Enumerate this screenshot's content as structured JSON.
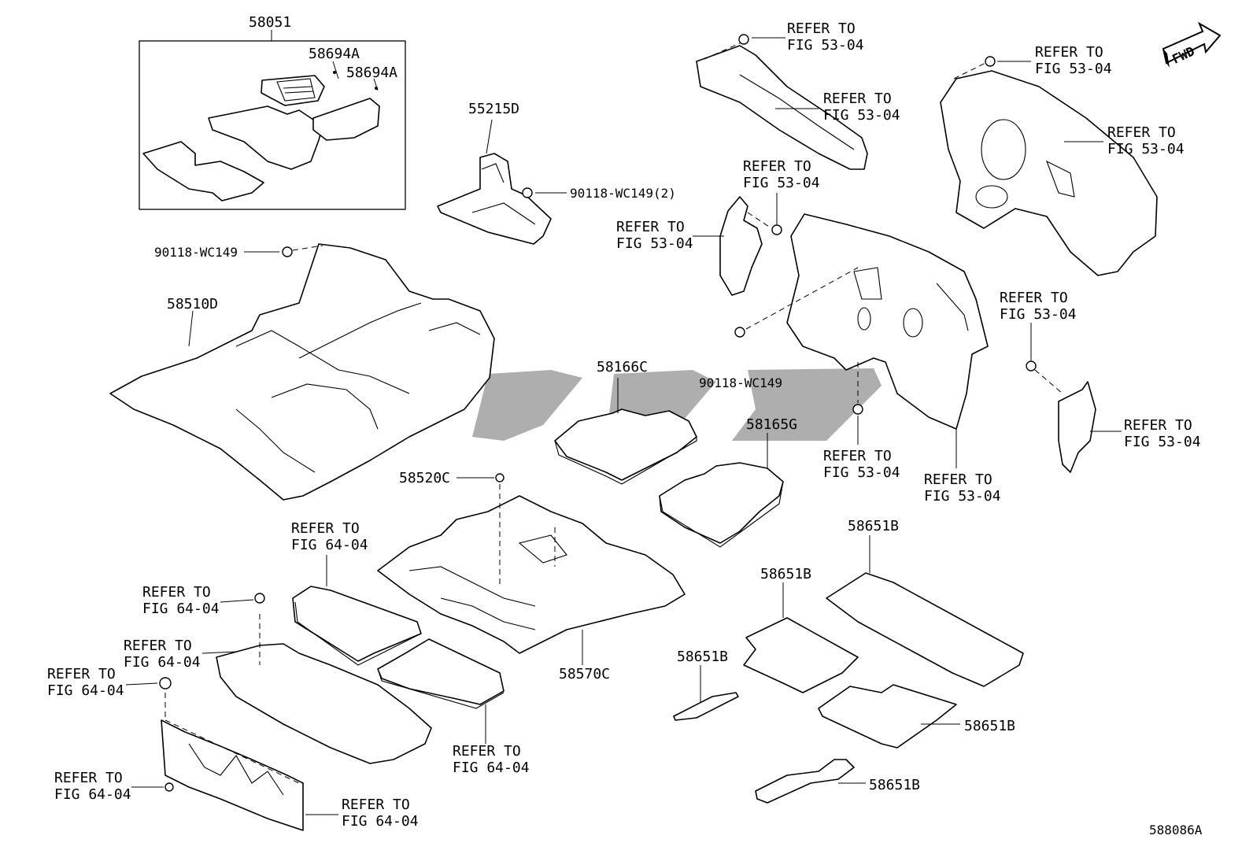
{
  "diagram_code": "588086A",
  "fwd_badge": "FWD",
  "parts": {
    "p58051": "58051",
    "p58694a_1": "58694A",
    "p58694a_2": "58694A",
    "p55215d": "55215D",
    "p90118_wc149_2": "90118-WC149(2)",
    "p90118_wc149_left": "90118-WC149",
    "p58510d": "58510D",
    "p58166c": "58166C",
    "p58165g": "58165G",
    "p58520c": "58520C",
    "p58570c": "58570C",
    "p90118_wc149_mid": "90118-WC149",
    "p58651b_1": "58651B",
    "p58651b_2": "58651B",
    "p58651b_3": "58651B",
    "p58651b_4": "58651B",
    "p58651b_5": "58651B"
  },
  "refer": {
    "refer_to": "REFER TO",
    "fig_53": "FIG 53-04",
    "fig_64": "FIG 64-04"
  },
  "colors": {
    "line": "#000000",
    "watermark": "#6b6b6b"
  }
}
